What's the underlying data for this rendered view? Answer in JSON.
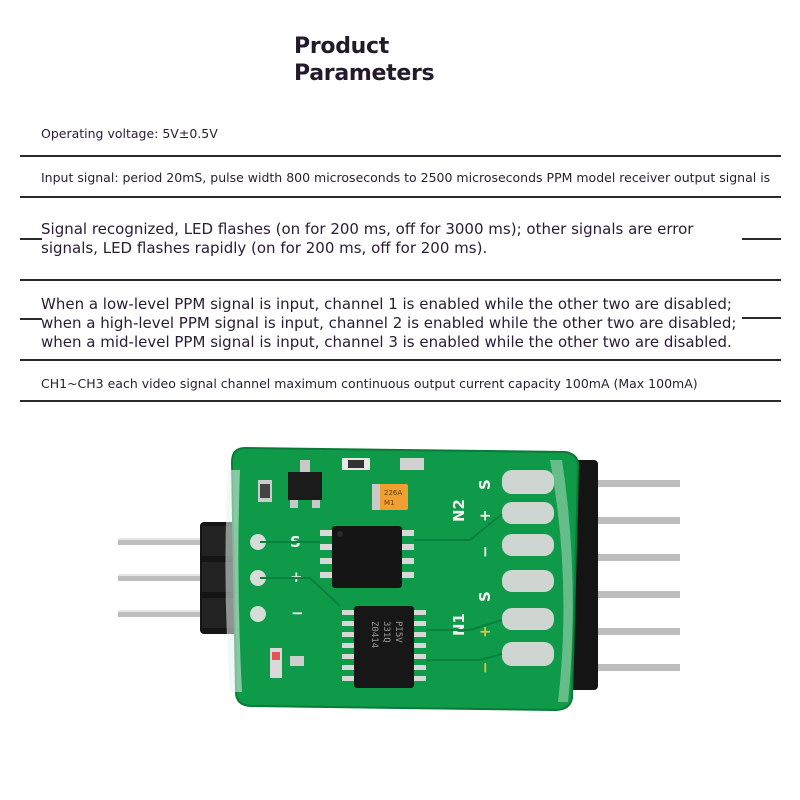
{
  "title": {
    "line1": "Product",
    "line2": "Parameters"
  },
  "parameters": [
    {
      "lines": [
        "Operating voltage: 5V±0.5V"
      ]
    },
    {
      "lines": [
        "Input signal: period 20mS, pulse width 800 microseconds to 2500 microseconds PPM model receiver output signal is"
      ]
    },
    {
      "lines": [
        "Signal recognized, LED flashes (on for 200 ms, off for 3000 ms); other signals are error",
        "signals, LED flashes rapidly (on for 200 ms, off for 200 ms)."
      ]
    },
    {
      "lines": [
        "When a low-level PPM signal is input, channel 1 is enabled while the other two are disabled;",
        "when a high-level PPM signal is input, channel 2 is enabled while the other two are disabled;",
        "when a mid-level PPM signal is input, channel 3 is enabled while the other two are disabled."
      ]
    },
    {
      "lines": [
        "CH1~CH3 each video signal channel maximum continuous output current capacity 100mA (Max 100mA)"
      ]
    }
  ],
  "board": {
    "silkscreen": {
      "left_s": "S",
      "left_plus": "+",
      "left_minus": "−",
      "n2": "N2",
      "n1": "N1",
      "right_s_top": "S",
      "right_plus_top": "+",
      "right_minus_top": "−",
      "right_s_bottom": "S",
      "right_plus_bottom": "+",
      "right_minus_bottom": "−"
    },
    "chip_marking": [
      "PI5V",
      "331Q",
      "Z0414"
    ],
    "capacitor_marking": [
      "226A",
      "M1"
    ],
    "colors": {
      "pcb": "#0f9a4a",
      "pcb_dark": "#0a7a38",
      "pins": "#b9b9b9",
      "header": "#111111",
      "capacitor": "#f0a030"
    }
  }
}
